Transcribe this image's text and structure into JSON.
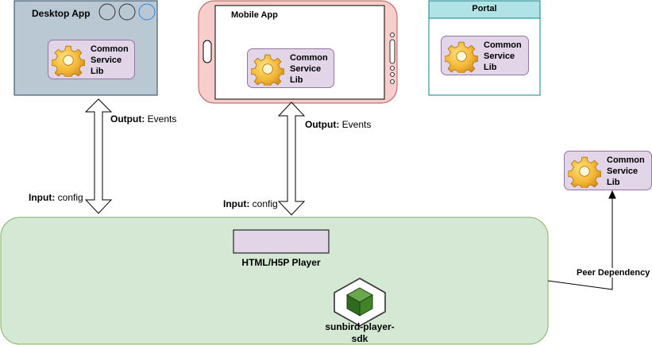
{
  "desktop_app": {
    "title": "Desktop App"
  },
  "mobile_app": {
    "title": "Mobile App"
  },
  "portal": {
    "title": "Portal"
  },
  "common_lib": {
    "line1": "Common",
    "line2": "Service",
    "line3": "Lib"
  },
  "left_output": {
    "key": "Output:",
    "value": " Events"
  },
  "left_input": {
    "key": "Input:",
    "value": " config"
  },
  "mid_output": {
    "key": "Output:",
    "value": " Events"
  },
  "mid_input": {
    "key": "Input:",
    "value": " config"
  },
  "player": {
    "label": "HTML/H5P Player"
  },
  "sdk": {
    "line1": "sunbird-player-",
    "line2": "sdk"
  },
  "dependency": {
    "label": "Peer Dependency"
  },
  "colors": {
    "desktop_fill": "#bac8d3",
    "desktop_stroke": "#23445d",
    "mobile_fill": "#f8cecc",
    "mobile_stroke": "#b85450",
    "portal_header": "#b0e3e6",
    "portal_stroke": "#0e8088",
    "lib_fill": "#e1d5e7",
    "lib_stroke": "#9673a6",
    "sdk_fill": "#d5e8d4",
    "sdk_stroke": "#82b366"
  }
}
